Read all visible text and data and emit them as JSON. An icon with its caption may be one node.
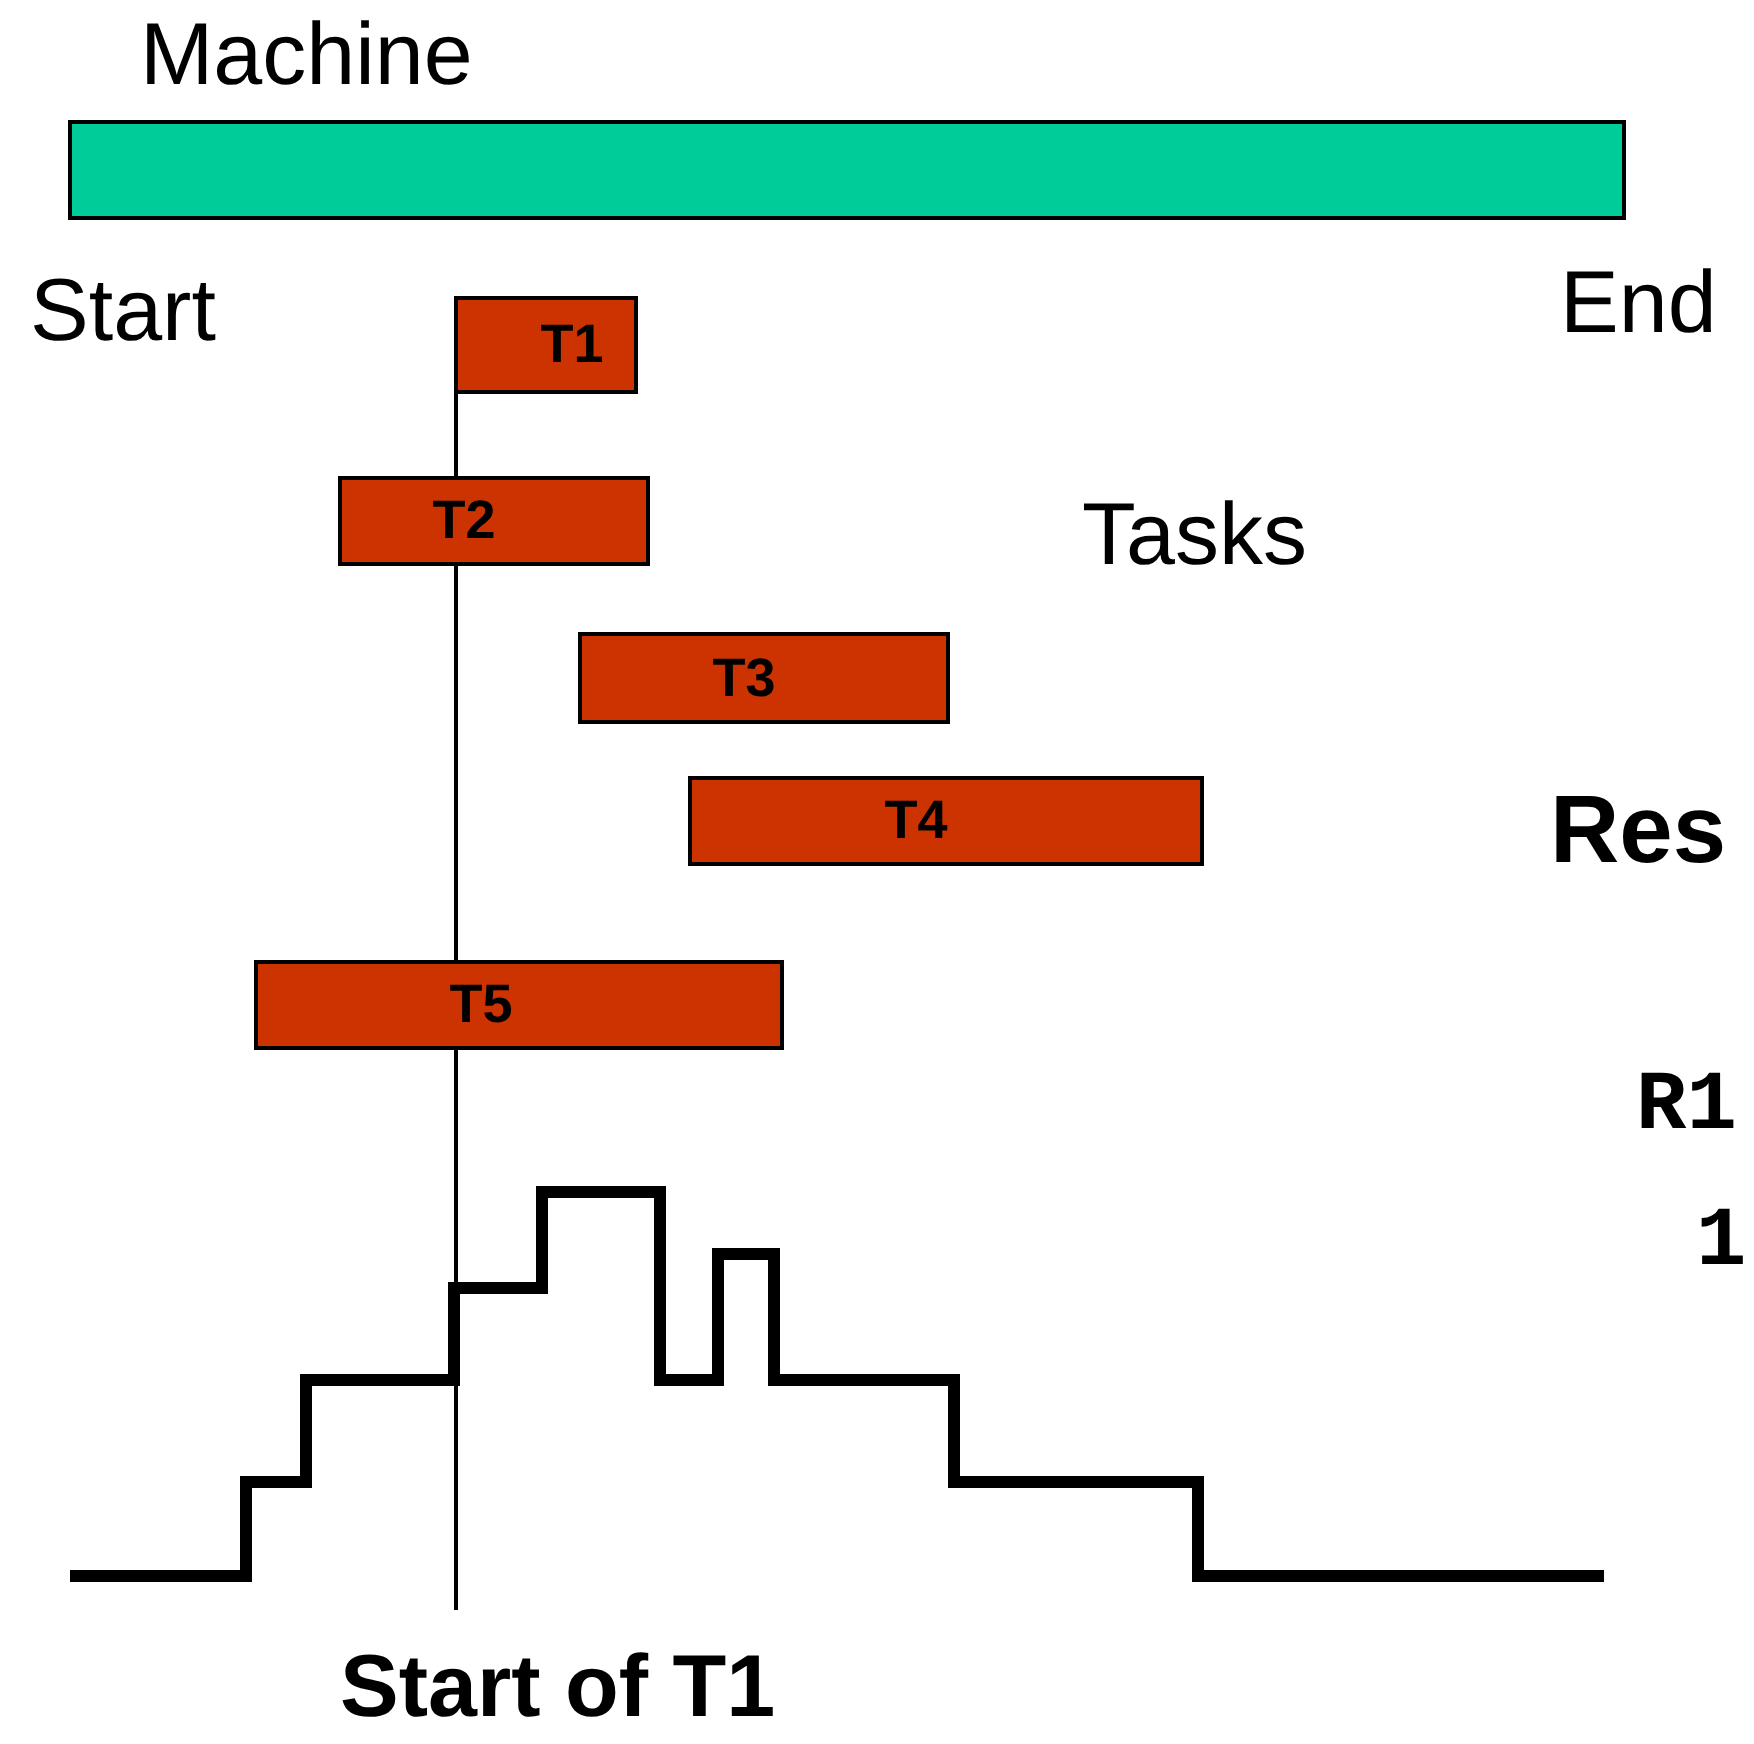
{
  "diagram": {
    "nodes": [
      {
        "text": [
          "Machine"
        ]
      },
      {
        "text": [
          "T1"
        ]
      },
      {
        "text": [
          "T2"
        ]
      },
      {
        "text": [
          "T3"
        ]
      },
      {
        "text": [
          "T4"
        ]
      },
      {
        "text": [
          "T5"
        ]
      }
    ],
    "labels": [
      "Start",
      "End",
      "Tasks",
      "Res",
      "R1",
      "1",
      "Start of T1"
    ]
  }
}
